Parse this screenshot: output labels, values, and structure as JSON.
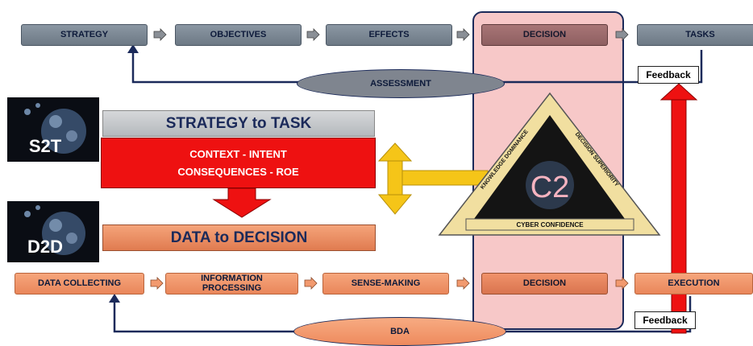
{
  "top_row": [
    "STRATEGY",
    "OBJECTIVES",
    "EFFECTS",
    "DECISION",
    "TASKS"
  ],
  "bottom_row": [
    "DATA COLLECTING",
    "INFORMATION PROCESSING",
    "SENSE-MAKING",
    "DECISION",
    "EXECUTION"
  ],
  "assessment": "ASSESSMENT",
  "bda": "BDA",
  "feedback_top": "Feedback",
  "feedback_bottom": "Feedback",
  "s2t_badge": "S2T",
  "d2d_badge": "D2D",
  "strategy_to_task": "STRATEGY to TASK",
  "context_line1": "CONTEXT - INTENT",
  "context_line2": "CONSEQUENCES - ROE",
  "data_to_decision": "DATA to DECISION",
  "c2_label": "C2",
  "triangle_left": "KNOWLEDGE DOMINANCE",
  "triangle_right": "DECISION SUPERIORITY",
  "triangle_bottom": "CYBER CONFIDENCE",
  "colors": {
    "top_box": "#7b8793",
    "bottom_box": "#f29a6f",
    "red": "#ee1111",
    "yellow": "#f5c518",
    "decision_band": "#f7c6c6",
    "navy": "#1b2a5a"
  }
}
